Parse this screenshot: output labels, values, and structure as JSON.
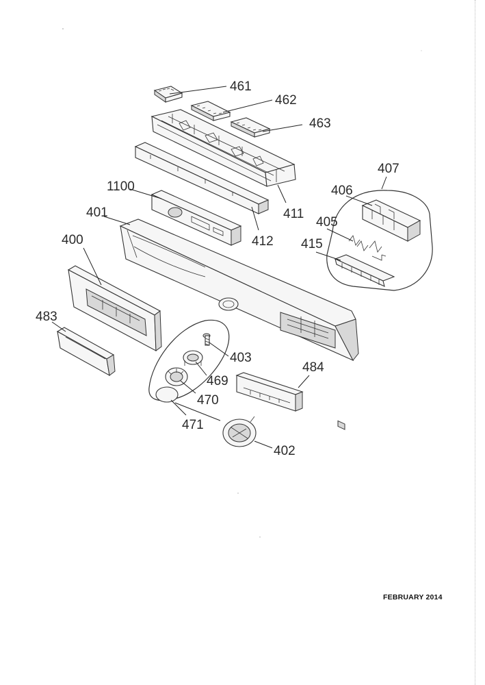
{
  "diagram": {
    "callouts": {
      "p461": "461",
      "p462": "462",
      "p463": "463",
      "p407": "407",
      "p406": "406",
      "p1100": "1100",
      "p411": "411",
      "p405": "405",
      "p401": "401",
      "p412": "412",
      "p400": "400",
      "p415": "415",
      "p483": "483",
      "p403": "403",
      "p484": "484",
      "p469": "469",
      "p470": "470",
      "p471": "471",
      "p402": "402"
    }
  },
  "footer": {
    "date": "FEBRUARY 2014"
  }
}
